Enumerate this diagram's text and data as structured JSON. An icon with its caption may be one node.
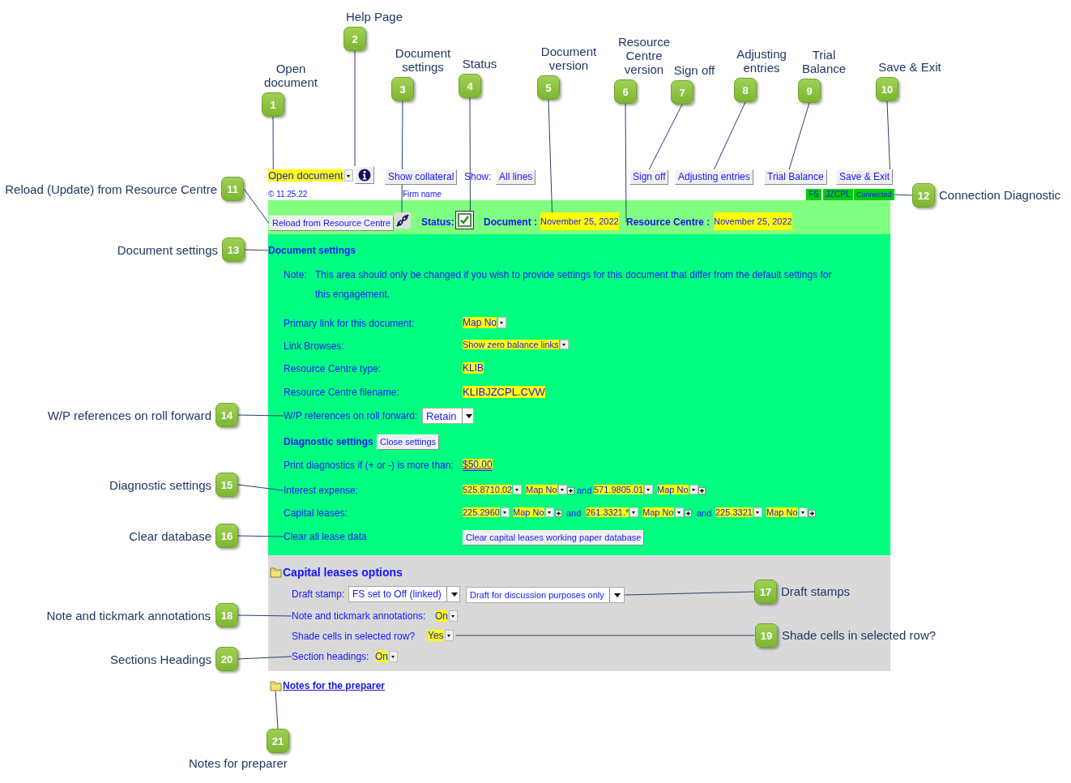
{
  "diagram": {
    "nodes": [
      {
        "text": [
          "1"
        ],
        "beside": [
          "Open document"
        ]
      },
      {
        "text": [
          "2"
        ],
        "beside": [
          "Help Page"
        ]
      },
      {
        "text": [
          "3"
        ],
        "beside": [
          "Document settings"
        ]
      },
      {
        "text": [
          "4"
        ],
        "beside": [
          "Status"
        ]
      },
      {
        "text": [
          "5"
        ],
        "beside": [
          "Document version"
        ]
      },
      {
        "text": [
          "6"
        ],
        "beside": [
          "Resource Centre version"
        ]
      },
      {
        "text": [
          "7"
        ],
        "beside": [
          "Sign off"
        ]
      },
      {
        "text": [
          "8"
        ],
        "beside": [
          "Adjusting entries"
        ]
      },
      {
        "text": [
          "9"
        ],
        "beside": [
          "Trial Balance"
        ]
      },
      {
        "text": [
          "10"
        ],
        "beside": [
          "Save & Exit"
        ]
      },
      {
        "text": [
          "11"
        ],
        "beside": [
          "Reload (Update) from Resource Centre"
        ]
      },
      {
        "text": [
          "12"
        ],
        "beside": [
          "Connection Diagnostic"
        ]
      },
      {
        "text": [
          "13"
        ],
        "beside": [
          "Document settings"
        ]
      },
      {
        "text": [
          "14"
        ],
        "beside": [
          "W/P references on roll forward"
        ]
      },
      {
        "text": [
          "15"
        ],
        "beside": [
          "Diagnostic settings"
        ]
      },
      {
        "text": [
          "16"
        ],
        "beside": [
          "Clear database"
        ]
      },
      {
        "text": [
          "17"
        ],
        "beside": [
          "Draft stamps"
        ]
      },
      {
        "text": [
          "18"
        ],
        "beside": [
          "Note and tickmark annotations"
        ]
      },
      {
        "text": [
          "19"
        ],
        "beside": [
          "Shade cells in selected row?"
        ]
      },
      {
        "text": [
          "20"
        ],
        "beside": [
          "Sections Headings"
        ]
      },
      {
        "text": [
          "21"
        ],
        "beside": [
          "Notes for preparer"
        ]
      },
      {
        "text": [
          "Open document"
        ]
      },
      {
        "text": [],
        "shape": "box"
      },
      {
        "text": [],
        "shape": "picture"
      },
      {
        "text": [],
        "shape": "box"
      },
      {
        "text": [
          "November 25, 2022"
        ]
      },
      {
        "text": [
          "Resource Centre :"
        ]
      },
      {
        "text": [
          "Sign off"
        ]
      },
      {
        "text": [
          "Adjusting entries"
        ]
      },
      {
        "text": [
          "Trial Balance"
        ]
      },
      {
        "text": [
          "Save & Exit"
        ]
      },
      {
        "text": [
          "Reload from Resource Centre"
        ]
      },
      {
        "text": [
          "Connected"
        ]
      },
      {
        "text": [
          "Document settings"
        ]
      },
      {
        "text": [
          "W/P references on roll forward:"
        ]
      },
      {
        "text": [
          "Interest expense:"
        ]
      },
      {
        "text": [
          "Clear all lease data"
        ]
      },
      {
        "text": [
          "Draft for discussion purposes only"
        ]
      },
      {
        "text": [
          "Note and tickmark annotations:"
        ]
      },
      {
        "text": [
          "Yes"
        ]
      },
      {
        "text": [
          "Section headings:"
        ]
      },
      {
        "text": [
          "Notes for the preparer"
        ]
      },
      {
        "text": [
          "Show collateral"
        ]
      },
      {
        "text": [
          "All lines"
        ]
      },
      {
        "text": [
          "FS"
        ]
      },
      {
        "text": [
          "JZCPL"
        ]
      },
      {
        "text": [
          "November 25, 2022"
        ]
      },
      {
        "text": [
          "Map No"
        ]
      },
      {
        "text": [
          "Show zero balance links"
        ]
      },
      {
        "text": [
          "KLIB"
        ]
      },
      {
        "text": [
          "KLIBJZCPL.CVW"
        ]
      },
      {
        "text": [
          "Retain"
        ]
      },
      {
        "text": [
          "Close settings"
        ]
      },
      {
        "text": [
          "$50.00"
        ]
      },
      {
        "text": [
          "525.8710.02"
        ]
      },
      {
        "text": [
          "Map No"
        ]
      },
      {
        "text": [
          "571.9805.01"
        ]
      },
      {
        "text": [
          "Map No"
        ]
      },
      {
        "text": [
          "225.2960"
        ]
      },
      {
        "text": [
          "Map No"
        ]
      },
      {
        "text": [
          "261.3321.*"
        ]
      },
      {
        "text": [
          "Map No"
        ]
      },
      {
        "text": [
          "225.3321"
        ]
      },
      {
        "text": [
          "Map No"
        ]
      },
      {
        "text": [
          "Clear capital leases working paper database"
        ]
      },
      {
        "text": [
          "FS set to Off (linked)"
        ]
      },
      {
        "text": [
          "On"
        ]
      },
      {
        "text": [
          "On"
        ]
      }
    ],
    "edges": [
      {
        "from": 0,
        "to": 21,
        "arrow": "none"
      },
      {
        "from": 1,
        "to": 22,
        "arrow": "none"
      },
      {
        "from": 2,
        "to": 23,
        "arrow": "none"
      },
      {
        "from": 3,
        "to": 24,
        "arrow": "none"
      },
      {
        "from": 4,
        "to": 25,
        "arrow": "none"
      },
      {
        "from": 5,
        "to": 26,
        "arrow": "none"
      },
      {
        "from": 6,
        "to": 27,
        "arrow": "none"
      },
      {
        "from": 7,
        "to": 28,
        "arrow": "none"
      },
      {
        "from": 8,
        "to": 29,
        "arrow": "none"
      },
      {
        "from": 9,
        "to": 30,
        "arrow": "none"
      },
      {
        "from": 10,
        "to": 31,
        "arrow": "none"
      },
      {
        "from": 11,
        "to": 32,
        "arrow": "none"
      },
      {
        "from": 12,
        "to": 33,
        "arrow": "none"
      },
      {
        "from": 13,
        "to": 34,
        "arrow": "none"
      },
      {
        "from": 14,
        "to": 35,
        "arrow": "none"
      },
      {
        "from": 15,
        "to": 36,
        "arrow": "none"
      },
      {
        "from": 16,
        "to": 37,
        "arrow": "none"
      },
      {
        "from": 17,
        "to": 38,
        "arrow": "none"
      },
      {
        "from": 18,
        "to": 39,
        "arrow": "none"
      },
      {
        "from": 19,
        "to": 40,
        "arrow": "none"
      },
      {
        "from": 20,
        "to": 41,
        "arrow": "none"
      }
    ],
    "labels": [
      "Show:",
      "© 11.25.22",
      "Firm name",
      "Status:",
      "Document :",
      "Note:",
      "This area should only be changed if you wish to provide settings for this document that differ from the default settings for this engagement.",
      "Primary link for this document:",
      "Link Browses:",
      "Resource Centre type:",
      "Resource Centre filename:",
      "Diagnostic settings",
      "Print diagnostics if (+ or -) is more than:",
      "and",
      "Capital leases:",
      "and",
      "and",
      "Capital leases options",
      "Draft stamp:",
      "Shade cells in selected row?"
    ]
  }
}
